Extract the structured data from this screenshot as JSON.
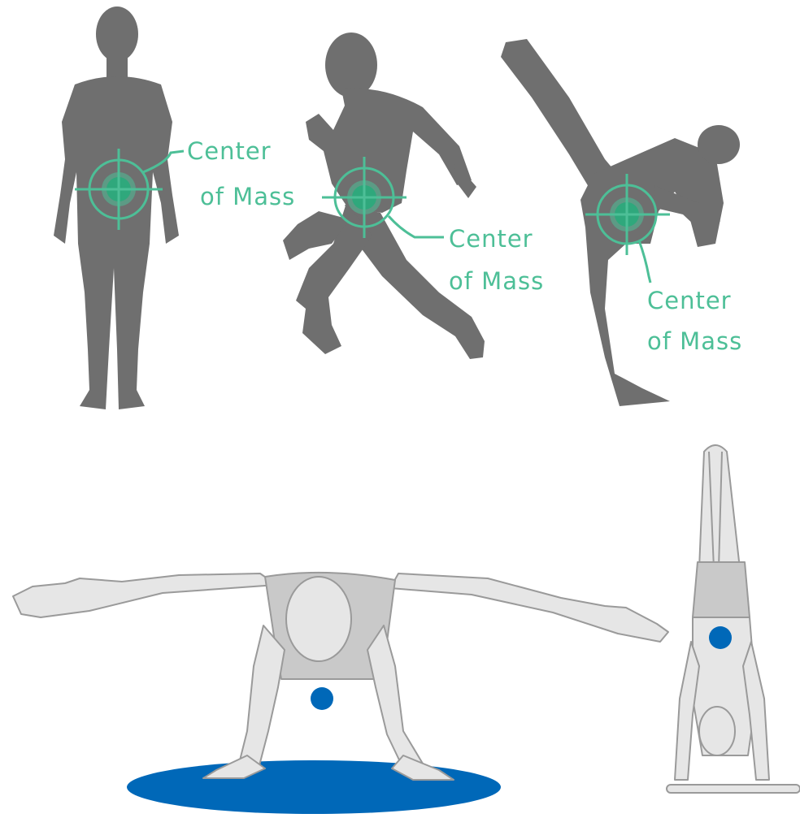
{
  "labels": {
    "figure1": [
      "Center",
      "of Mass"
    ],
    "figure2": [
      "Center",
      "of Mass"
    ],
    "figure3": [
      "Center",
      "of Mass"
    ]
  },
  "colors": {
    "silhouette": "#6f6f6f",
    "target": "#4dbf97",
    "target_fill": "#2fa87c",
    "gymnast_body": "#e6e6e6",
    "gymnast_shirt": "#c9c9c9",
    "gymnast_outline": "#9a9a9a",
    "mass_point": "#0068b8",
    "support_base": "#0068b8"
  }
}
